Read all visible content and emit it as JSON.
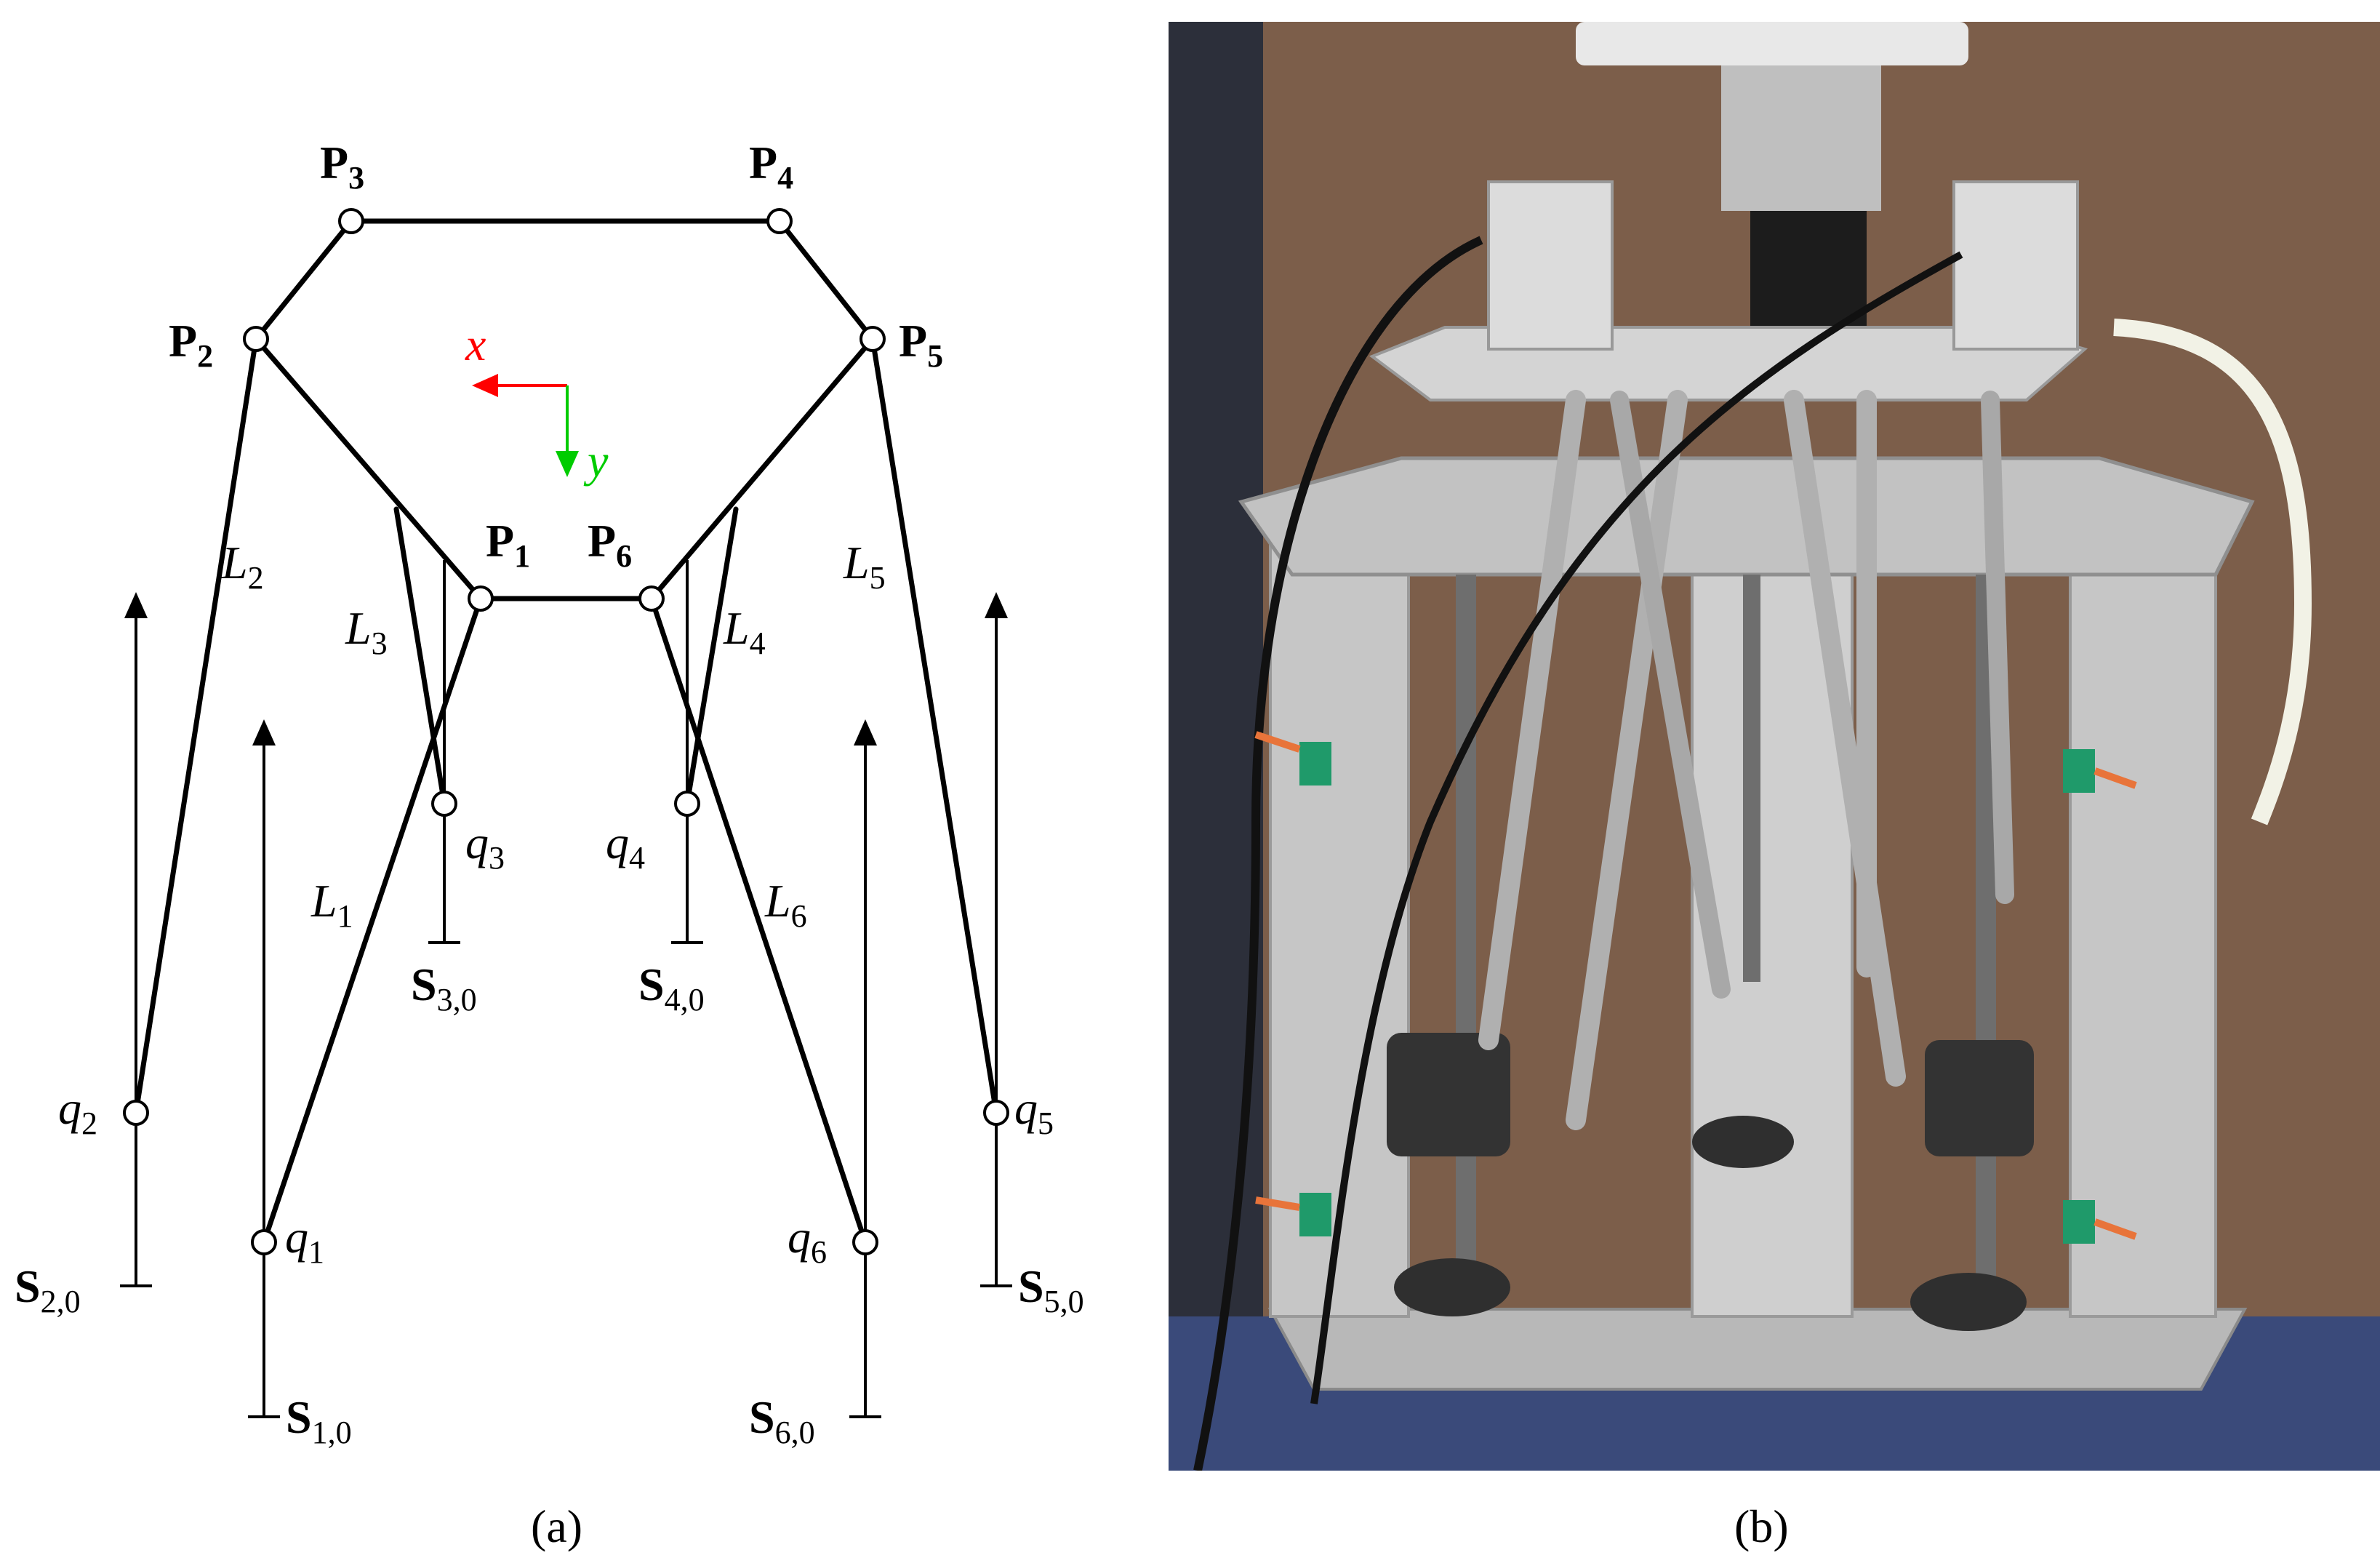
{
  "panel_a": {
    "caption": "(a)",
    "platform_labels": [
      {
        "main": "P",
        "sub": "3"
      },
      {
        "main": "P",
        "sub": "4"
      },
      {
        "main": "P",
        "sub": "2"
      },
      {
        "main": "P",
        "sub": "5"
      },
      {
        "main": "P",
        "sub": "1"
      },
      {
        "main": "P",
        "sub": "6"
      }
    ],
    "axis_labels": {
      "x": "x",
      "y": "y",
      "x_color": "#ff0000",
      "y_color": "#00cc00"
    },
    "link_labels": [
      {
        "main": "L",
        "sub": "2"
      },
      {
        "main": "L",
        "sub": "5"
      },
      {
        "main": "L",
        "sub": "3"
      },
      {
        "main": "L",
        "sub": "4"
      },
      {
        "main": "L",
        "sub": "1"
      },
      {
        "main": "L",
        "sub": "6"
      }
    ],
    "joint_labels": [
      {
        "main": "q",
        "sub": "3"
      },
      {
        "main": "q",
        "sub": "4"
      },
      {
        "main": "q",
        "sub": "2"
      },
      {
        "main": "q",
        "sub": "5"
      },
      {
        "main": "q",
        "sub": "1"
      },
      {
        "main": "q",
        "sub": "6"
      }
    ],
    "base_labels": [
      {
        "main": "S",
        "sub": "3,0"
      },
      {
        "main": "S",
        "sub": "4,0"
      },
      {
        "main": "S",
        "sub": "2,0"
      },
      {
        "main": "S",
        "sub": "5,0"
      },
      {
        "main": "S",
        "sub": "1,0"
      },
      {
        "main": "S",
        "sub": "6,0"
      }
    ]
  },
  "panel_b": {
    "caption": "(b)",
    "image_colors": {
      "wall": "#8a6a52",
      "aluminium": "#c9c9c9",
      "dark": "#2a2a2a",
      "connector": "#1f9a6a",
      "wire_orange": "#e8743a",
      "table": "#3a4a7a"
    }
  }
}
